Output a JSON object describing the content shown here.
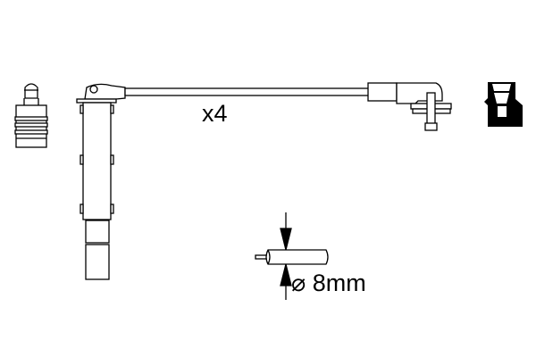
{
  "diagram": {
    "quantity_label": "x4",
    "diameter_label": "⌀ 8mm",
    "components": [
      "spark-plug-connector",
      "coil-boot",
      "ignition-cable",
      "angled-connector",
      "terminal-cap",
      "cable-cross-section"
    ]
  }
}
